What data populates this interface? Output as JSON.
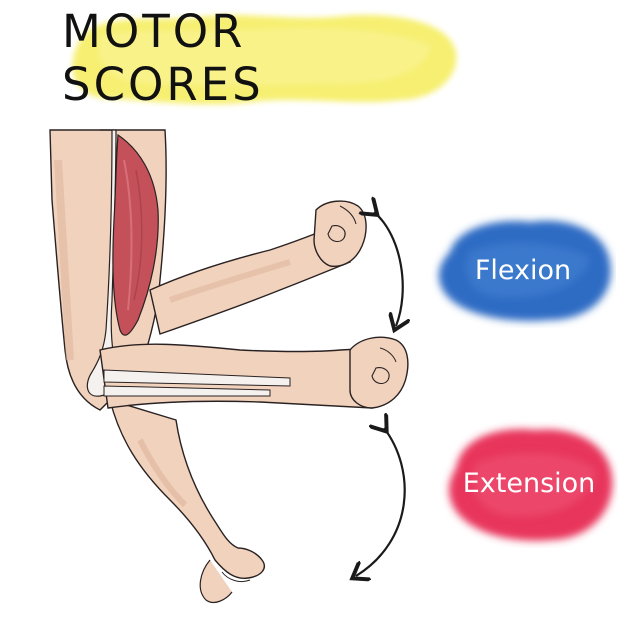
{
  "title": "MOTOR SCORES",
  "labels": {
    "flexion": "Flexion",
    "extension": "Extension"
  },
  "colors": {
    "title_highlight": "#f6ef6a",
    "flexion_blob": "#2f6cc4",
    "extension_blob": "#e8345c",
    "skin": "#f1d2bd",
    "skin_shadow": "#deb29a",
    "muscle": "#c4505a",
    "bone": "#f4f1ee",
    "outline": "#2a2222"
  },
  "icons": [
    "curved-double-arrow-icon"
  ]
}
